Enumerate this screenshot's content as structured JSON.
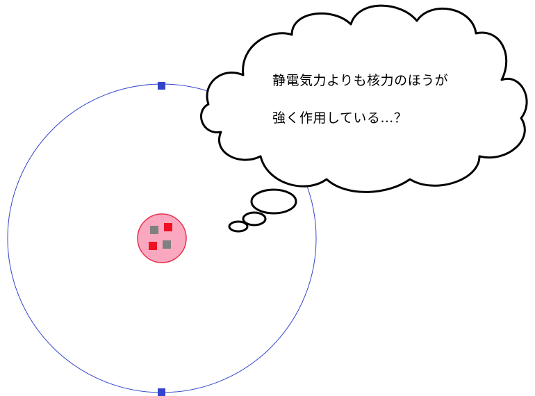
{
  "thought_bubble": {
    "line1": "静電気力よりも核力のほうが",
    "line2": "強く作用している…？"
  },
  "colors": {
    "orbit": "#3344cc",
    "electron": "#3344cc",
    "nucleus_fill": "#f9a8c0",
    "nucleus_stroke": "#e8304a",
    "proton": "#ee1122",
    "neutron": "#808080",
    "bubble_stroke": "#000000",
    "bubble_fill": "#ffffff"
  },
  "particles": {
    "protons": 2,
    "neutrons": 2,
    "electrons": 2
  }
}
